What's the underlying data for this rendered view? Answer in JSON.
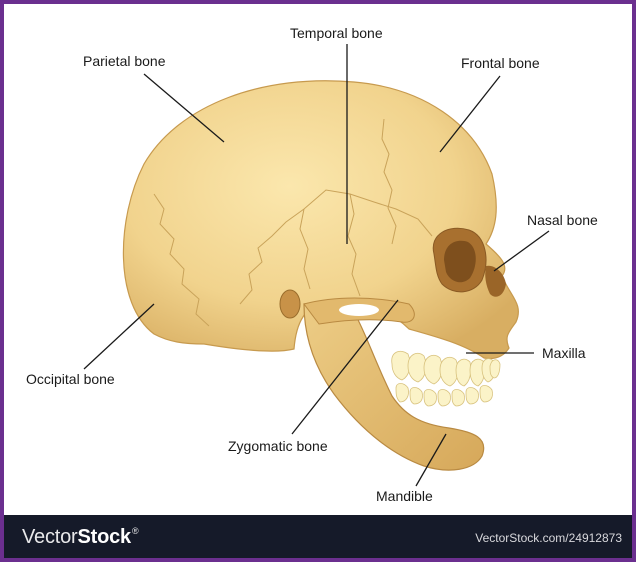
{
  "labels": {
    "temporal": "Temporal bone",
    "parietal": "Parietal bone",
    "frontal": "Frontal bone",
    "nasal": "Nasal bone",
    "maxilla": "Maxilla",
    "occipital": "Occipital bone",
    "zygomatic": "Zygomatic bone",
    "mandible": "Mandible"
  },
  "footer": {
    "brand_light": "Vector",
    "brand_bold": "Stock",
    "brand_mark": "®",
    "stock_id": "VectorStock.com/24912873"
  },
  "colors": {
    "frame": "#6b2f8f",
    "bone_light": "#f6dd9e",
    "bone_mid": "#eac57b",
    "bone_dark": "#b98a42",
    "teeth": "#fbf3c8",
    "footer_bg": "#151a29"
  }
}
